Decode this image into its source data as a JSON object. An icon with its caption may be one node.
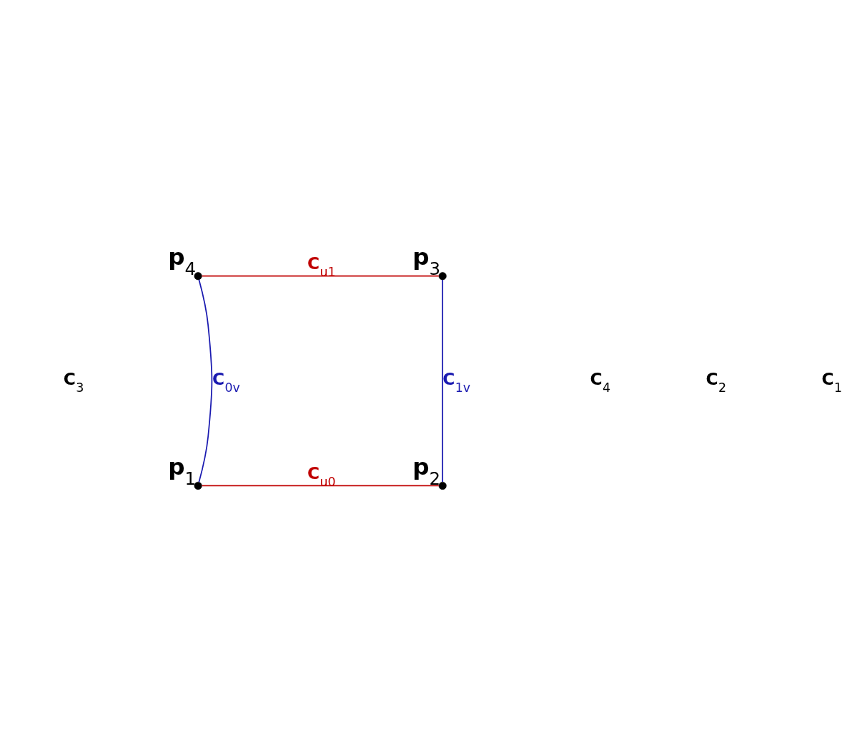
{
  "diagram": {
    "nodes": [
      {
        "text": [],
        "shape": "circle",
        "beside": [
          "p$_{4}$"
        ]
      },
      {
        "text": [],
        "shape": "circle",
        "beside": [
          "p$_{3}$"
        ]
      },
      {
        "text": [],
        "shape": "circle",
        "beside": [
          "p$_{2}$"
        ]
      },
      {
        "text": [],
        "shape": "circle",
        "beside": [
          "p$_{1}$"
        ]
      }
    ],
    "edges": [
      {
        "from": 0,
        "to": 1,
        "arrow": "none",
        "color": "#c00000",
        "label": "C$_{u1}$"
      },
      {
        "from": 3,
        "to": 0,
        "arrow": "none",
        "color": "#1a1ab0",
        "label": "C$_{0v}$"
      },
      {
        "from": 2,
        "to": 1,
        "arrow": "none",
        "color": "#1a1ab0",
        "label": "C$_{1v}$"
      },
      {
        "from": 3,
        "to": 2,
        "arrow": "none",
        "color": "#c00000",
        "label": "C$_{u0}$"
      }
    ],
    "labels": [
      "C$_{3}$",
      "C$_{4}$",
      "C$_{2}$",
      "C$_{1}$"
    ]
  }
}
